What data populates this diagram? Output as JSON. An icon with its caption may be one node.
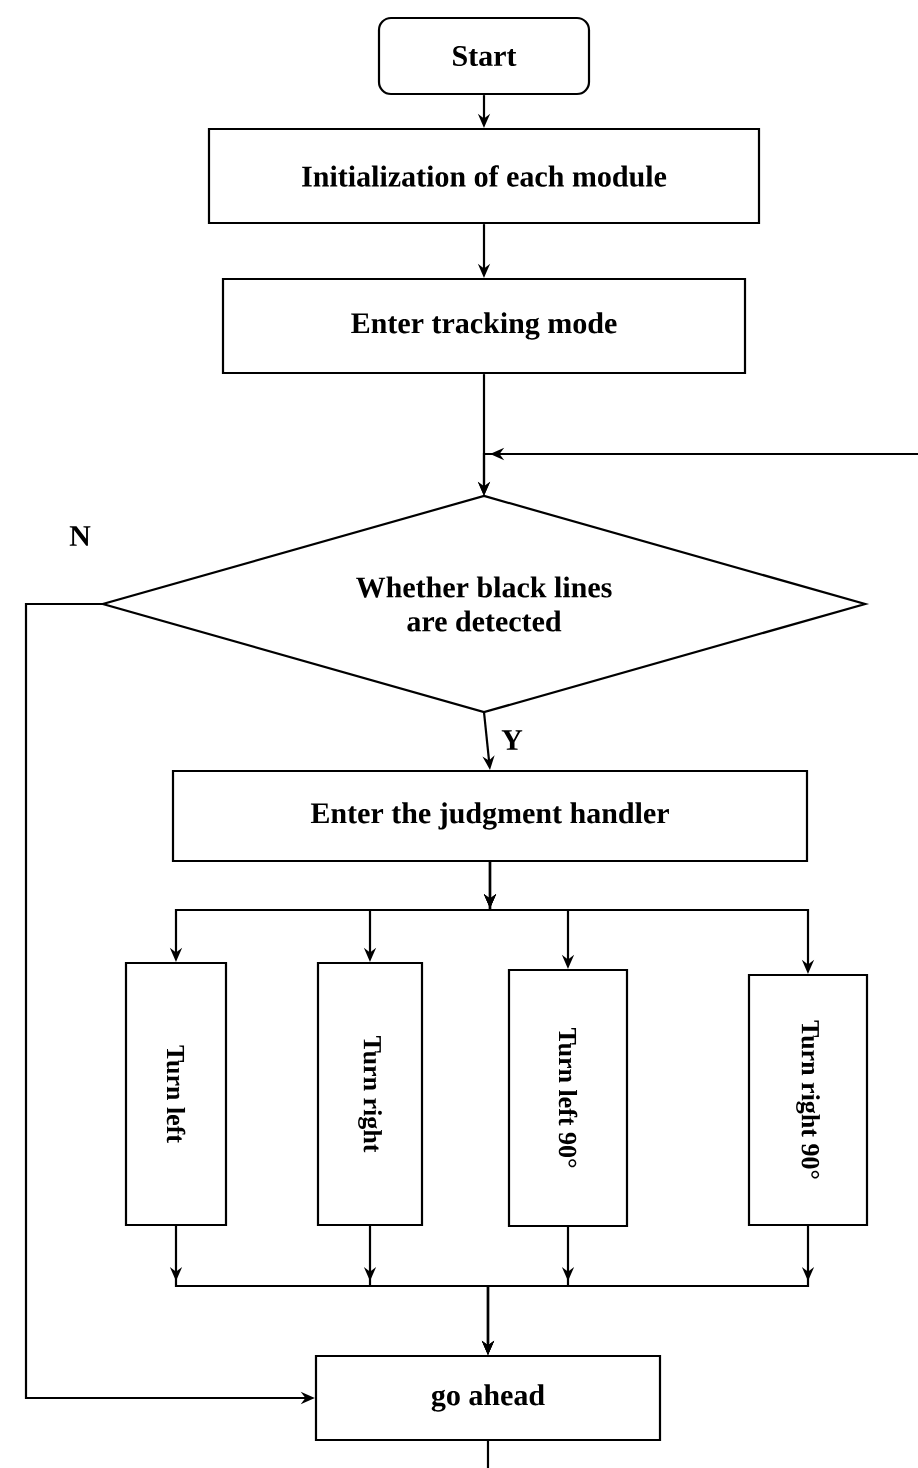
{
  "diagram": {
    "nodes": [
      {
        "text": [
          "Start"
        ]
      },
      {
        "text": [
          "Initialization of each module"
        ]
      },
      {
        "text": [
          "Enter tracking mode"
        ]
      },
      {
        "text": [
          "Whether black lines are detected"
        ]
      },
      {
        "text": [
          "Enter the judgment handler"
        ]
      },
      {
        "text": [
          "Turn left"
        ]
      },
      {
        "text": [
          "Turn right"
        ]
      },
      {
        "text": [
          "Turn left 90°"
        ]
      },
      {
        "text": [
          "Turn right 90°"
        ]
      },
      {
        "text": [
          "go ahead"
        ]
      }
    ],
    "edges": [
      {
        "from": 0,
        "to": 1,
        "arrow": "to"
      },
      {
        "from": 1,
        "to": 2,
        "arrow": "to"
      },
      {
        "from": 2,
        "to": 3,
        "arrow": "to"
      },
      {
        "from": null,
        "to": 3,
        "arrow": "to"
      },
      {
        "from": 3,
        "to": 4,
        "arrow": "to",
        "label": "Y"
      },
      {
        "from": 3,
        "to": 9,
        "arrow": "to",
        "label": "N"
      },
      {
        "from": 4,
        "to": 5,
        "arrow": "to"
      },
      {
        "from": 4,
        "to": 6,
        "arrow": "to"
      },
      {
        "from": 4,
        "to": 7,
        "arrow": "to"
      },
      {
        "from": 4,
        "to": 8,
        "arrow": "to"
      },
      {
        "from": 5,
        "to": 9,
        "arrow": "to"
      },
      {
        "from": 6,
        "to": 9,
        "arrow": "to"
      },
      {
        "from": 7,
        "to": 9,
        "arrow": "to"
      },
      {
        "from": 8,
        "to": 9,
        "arrow": "to"
      },
      {
        "from": 9,
        "to": null,
        "arrow": "none"
      }
    ]
  }
}
